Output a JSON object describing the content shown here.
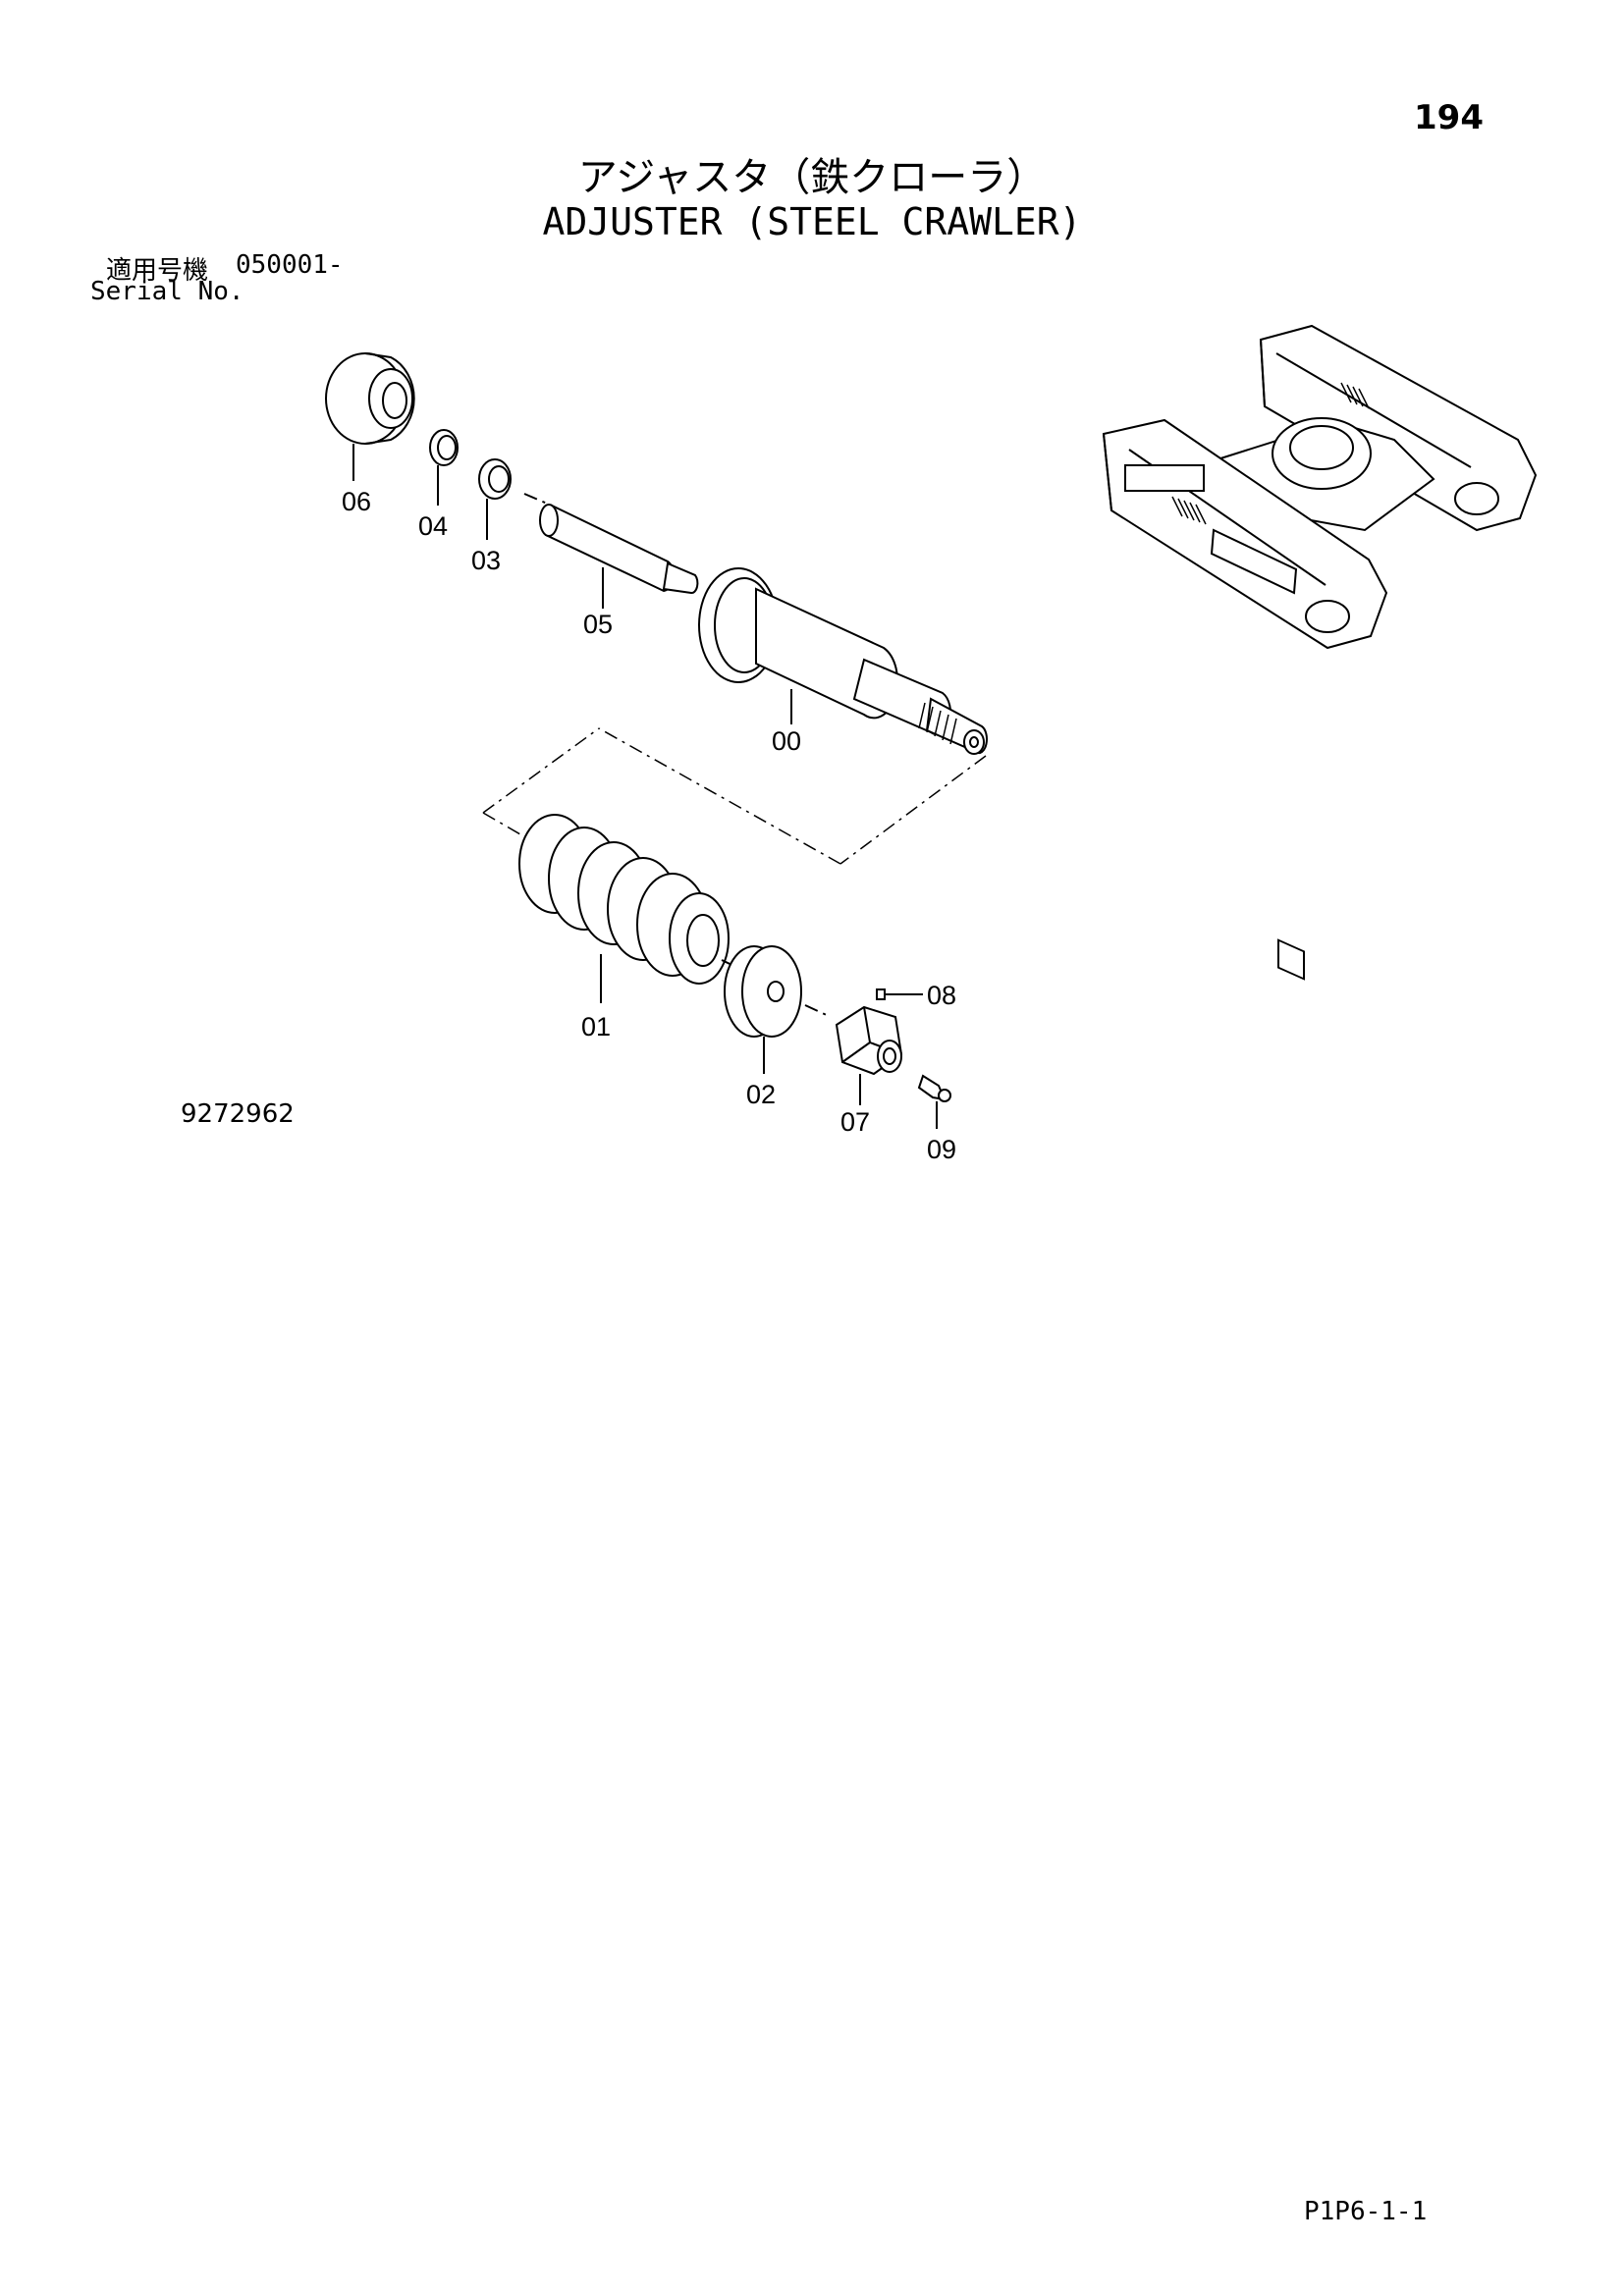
{
  "header": {
    "page_number": "194",
    "title_jp": "アジャスタ（鉄クローラ）",
    "title_en": "ADJUSTER (STEEL CRAWLER)"
  },
  "serial": {
    "label_jp": "適用号機",
    "value": "050001-",
    "label_en": "Serial No."
  },
  "diagram": {
    "figure_number": "9272962",
    "parts": [
      {
        "id": "06",
        "label": "06"
      },
      {
        "id": "04",
        "label": "04"
      },
      {
        "id": "03",
        "label": "03"
      },
      {
        "id": "05",
        "label": "05"
      },
      {
        "id": "00",
        "label": "00"
      },
      {
        "id": "01",
        "label": "01"
      },
      {
        "id": "02",
        "label": "02"
      },
      {
        "id": "08",
        "label": "08"
      },
      {
        "id": "07",
        "label": "07"
      },
      {
        "id": "09",
        "label": "09"
      }
    ]
  },
  "footer": {
    "page_code": "P1P6-1-1"
  }
}
